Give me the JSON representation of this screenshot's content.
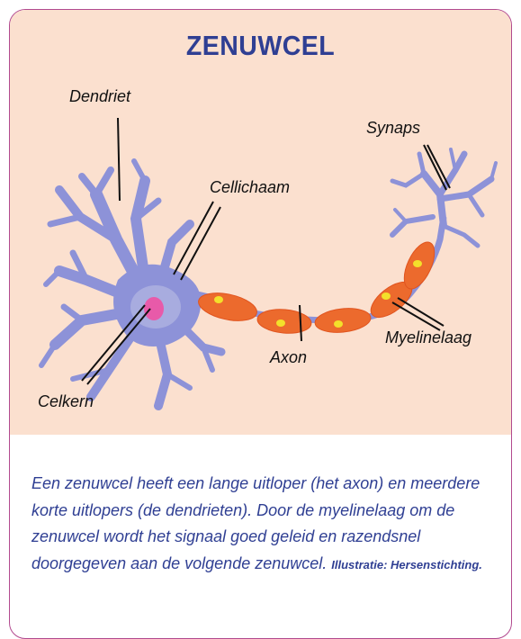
{
  "title": "ZENUWCEL",
  "labels": {
    "dendriet": "Dendriet",
    "cellichaam": "Cellichaam",
    "synaps": "Synaps",
    "myelinelaag": "Myelinelaag",
    "axon": "Axon",
    "celkern": "Celkern"
  },
  "caption": {
    "text": "Een zenuwcel heeft een lange uitloper (het axon) en meerdere korte uitlopers (de dendrieten). Door de myelinelaag om de zenuwcel wordt het signaal goed geleid en razendsnel doorgegeven aan de volgende zenuwcel.",
    "credit": "Illustratie: Hersenstichting."
  },
  "colors": {
    "title": "#2f3f93",
    "neuron": "#8d92d8",
    "nucleus": "#e85aa9",
    "myelin": "#ec6a2d",
    "node": "#f3e02b",
    "background": "#fbe0cf",
    "border": "#b24a8f"
  }
}
